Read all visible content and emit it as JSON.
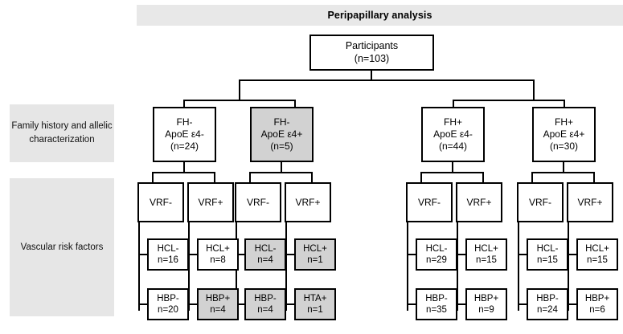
{
  "banner": {
    "title": "Peripapillary analysis"
  },
  "side_labels": [
    {
      "name": "family-history-label",
      "text": "Family history and allelic characterization"
    },
    {
      "name": "vascular-risk-label",
      "text": "Vascular risk factors"
    }
  ],
  "root": {
    "line1": "Participants",
    "line2": "(n=103)"
  },
  "groups": [
    {
      "id": "fh-neg-apoe-neg",
      "line1": "FH-",
      "line2": "ApoE ε4-",
      "line3": "(n=24)",
      "shaded": false
    },
    {
      "id": "fh-neg-apoe-pos",
      "line1": "FH-",
      "line2": "ApoE ε4+",
      "line3": "(n=5)",
      "shaded": true
    },
    {
      "id": "fh-pos-apoe-neg",
      "line1": "FH+",
      "line2": "ApoE ε4-",
      "line3": "(n=44)",
      "shaded": false
    },
    {
      "id": "fh-pos-apoe-pos",
      "line1": "FH+",
      "line2": "ApoE ε4+",
      "line3": "(n=30)",
      "shaded": false
    }
  ],
  "vrf_boxes": [
    {
      "id": "vrf-neg-1",
      "label": "VRF-",
      "shaded": false
    },
    {
      "id": "vrf-pos-1",
      "label": "VRF+",
      "shaded": false
    },
    {
      "id": "vrf-neg-2",
      "label": "VRF-",
      "shaded": false
    },
    {
      "id": "vrf-pos-2",
      "label": "VRF+",
      "shaded": false
    },
    {
      "id": "vrf-neg-3",
      "label": "VRF-",
      "shaded": false
    },
    {
      "id": "vrf-pos-3",
      "label": "VRF+",
      "shaded": false
    },
    {
      "id": "vrf-neg-4",
      "label": "VRF-",
      "shaded": false
    },
    {
      "id": "vrf-pos-4",
      "label": "VRF+",
      "shaded": false
    }
  ],
  "hcl_boxes": [
    {
      "id": "hcl-neg-1",
      "label": "HCL-",
      "count": "n=16",
      "shaded": false
    },
    {
      "id": "hcl-pos-1",
      "label": "HCL+",
      "count": "n=8",
      "shaded": false
    },
    {
      "id": "hcl-neg-2",
      "label": "HCL-",
      "count": "n=4",
      "shaded": true
    },
    {
      "id": "hcl-pos-2",
      "label": "HCL+",
      "count": "n=1",
      "shaded": true
    },
    {
      "id": "hcl-neg-3",
      "label": "HCL-",
      "count": "n=29",
      "shaded": false
    },
    {
      "id": "hcl-pos-3",
      "label": "HCL+",
      "count": "n=15",
      "shaded": false
    },
    {
      "id": "hcl-neg-4",
      "label": "HCL-",
      "count": "n=15",
      "shaded": false
    },
    {
      "id": "hcl-pos-4",
      "label": "HCL+",
      "count": "n=15",
      "shaded": false
    }
  ],
  "hbp_boxes": [
    {
      "id": "hbp-neg-1",
      "label": "HBP-",
      "count": "n=20",
      "shaded": false
    },
    {
      "id": "hbp-pos-1",
      "label": "HBP+",
      "count": "n=4",
      "shaded": true
    },
    {
      "id": "hbp-neg-2",
      "label": "HBP-",
      "count": "n=4",
      "shaded": true
    },
    {
      "id": "hta-pos-2",
      "label": "HTA+",
      "count": "n=1",
      "shaded": true
    },
    {
      "id": "hbp-neg-3",
      "label": "HBP-",
      "count": "n=35",
      "shaded": false
    },
    {
      "id": "hbp-pos-3",
      "label": "HBP+",
      "count": "n=9",
      "shaded": false
    },
    {
      "id": "hbp-neg-4",
      "label": "HBP-",
      "count": "n=24",
      "shaded": false
    },
    {
      "id": "hbp-pos-4",
      "label": "HBP+",
      "count": "n=6",
      "shaded": false
    }
  ],
  "colors": {
    "banner_background": "#e8e8e8",
    "side_label_background": "#e6e6e6",
    "shaded_node_background": "#d2d2d2",
    "node_border": "#000000",
    "page_background": "#ffffff"
  }
}
